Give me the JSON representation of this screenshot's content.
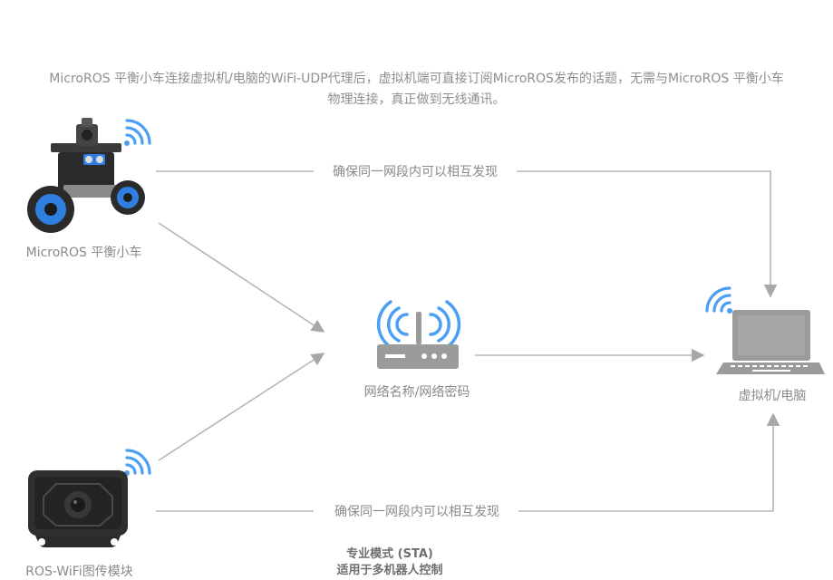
{
  "intro": {
    "line1": "MicroROS 平衡小车连接虚拟机/电脑的WiFi-UDP代理后，虚拟机端可直接订阅MicroROS发布的话题，无需与MicroROS 平衡小车",
    "line2": "物理连接，真正做到无线通讯。"
  },
  "nodes": {
    "robot": {
      "label": "MicroROS 平衡小车",
      "icon": "balance-car-icon"
    },
    "router": {
      "label": "网络名称/网络密码",
      "icon": "wifi-router-icon"
    },
    "laptop": {
      "label": "虚拟机/电脑",
      "icon": "laptop-icon"
    },
    "module": {
      "label": "ROS-WiFi图传模块",
      "icon": "camera-module-icon"
    }
  },
  "edges": {
    "top_label": "确保同一网段内可以相互发现",
    "bottom_label": "确保同一网段内可以相互发现"
  },
  "mode": {
    "line1": "专业模式 (STA)",
    "line2": "适用于多机器人控制"
  },
  "colors": {
    "wifi": "#4a9ff5",
    "line": "#b3b3b3",
    "device": "#9b9b9b",
    "car_blue": "#2f7fe0"
  }
}
